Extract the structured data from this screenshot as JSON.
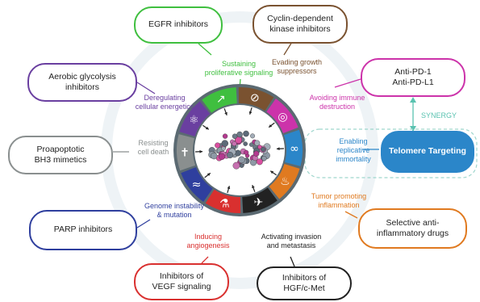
{
  "hallmarks": [
    {
      "id": "sustaining",
      "label": "Sustaining\nproliferative signaling",
      "color": "#3fbf3f"
    },
    {
      "id": "evading",
      "label": "Evading growth\nsuppressors",
      "color": "#7a5230"
    },
    {
      "id": "avoiding",
      "label": "Avoiding immune\ndestruction",
      "color": "#cc33aa"
    },
    {
      "id": "enabling",
      "label": "Enabling\nreplicative\nimmortality",
      "color": "#2b86c9"
    },
    {
      "id": "tumor",
      "label": "Tumor promoting\ninflammation",
      "color": "#e07a20"
    },
    {
      "id": "activating",
      "label": "Activating invasion\nand metastasis",
      "color": "#222222"
    },
    {
      "id": "inducing",
      "label": "Inducing\nangiogenesis",
      "color": "#d9302f"
    },
    {
      "id": "genome",
      "label": "Genome instability\n& mutation",
      "color": "#2f3f9e"
    },
    {
      "id": "resisting",
      "label": "Resisting\ncell death",
      "color": "#8a8f8f"
    },
    {
      "id": "deregulating",
      "label": "Deregulating\ncellular energetics",
      "color": "#6a3fa0"
    }
  ],
  "therapies": [
    {
      "id": "egfr",
      "label": "EGFR inhibitors",
      "color": "#3fbf3f"
    },
    {
      "id": "cdk",
      "label": "Cyclin-dependent\nkinase inhibitors",
      "color": "#7a5230"
    },
    {
      "id": "antipd",
      "label": "Anti-PD-1\nAnti-PD-L1",
      "color": "#cc33aa"
    },
    {
      "id": "telomere",
      "label": "Telomere Targeting",
      "color": "#2b86c9"
    },
    {
      "id": "antiinflam",
      "label": "Selective anti-\ninflammatory drugs",
      "color": "#e07a20"
    },
    {
      "id": "hgf",
      "label": "Inhibitors of\nHGF/c-Met",
      "color": "#222222"
    },
    {
      "id": "vegf",
      "label": "Inhibitors of\nVEGF signaling",
      "color": "#d9302f"
    },
    {
      "id": "parp",
      "label": "PARP inhibitors",
      "color": "#2f3f9e"
    },
    {
      "id": "bh3",
      "label": "Proapoptotic\nBH3 mimetics",
      "color": "#8a8f8f"
    },
    {
      "id": "aerobic",
      "label": "Aerobic glycolysis\ninhibitors",
      "color": "#6a3fa0"
    }
  ],
  "synergy_label": "SYNERGY",
  "synergy_color": "#59c2b0",
  "icons": [
    "arrow-up-icon",
    "no-entry-icon",
    "target-icon",
    "infinity-icon",
    "flame-icon",
    "rocket-icon",
    "flask-icon",
    "dna-icon",
    "cross-icon",
    "atom-icon"
  ]
}
